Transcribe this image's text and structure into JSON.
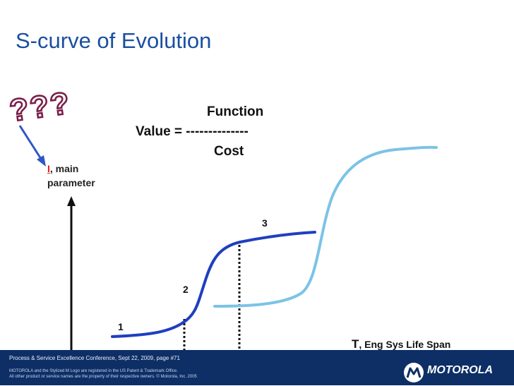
{
  "slide": {
    "title": "S-curve of  Evolution",
    "question_marks": "???",
    "formula": {
      "numerator": "Function",
      "equation_line": "Value = --------------",
      "denominator": "Cost"
    },
    "parameter_label": {
      "letter": "I",
      "rest_line1": ", main",
      "line2": "parameter"
    },
    "points": [
      "1",
      "2",
      "3"
    ],
    "x_axis": {
      "letter": "T",
      "rest": ", Eng Sys Life Span"
    }
  },
  "colors": {
    "title": "#1a4fa0",
    "curve_dark": "#1f3fbf",
    "curve_light": "#7cc3e6",
    "axis": "#111111",
    "arrow": "#2f56c4",
    "question_fill": "#ffffff",
    "question_stroke": "#7a1f4a",
    "footer_bg": "#0d2f66"
  },
  "footer": {
    "conference": "Process & Service Excellence Conference, Sept 22, 2009, page #71",
    "legal_line1": "MOTOROLA and the Stylized M Logo are registered in the US Patent & Trademark Office.",
    "legal_line2": "All other product or service names are the property of their respective owners. © Motorola, Inc. 2005",
    "brand": "MOTOROLA"
  }
}
